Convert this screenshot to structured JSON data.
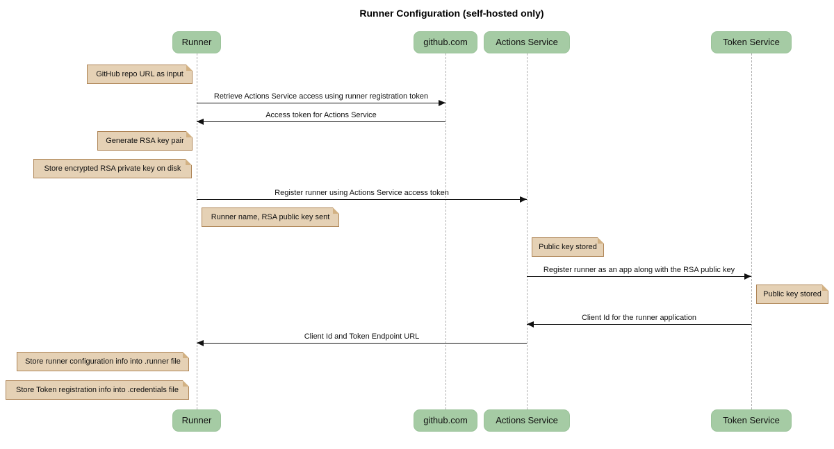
{
  "title": "Runner Configuration (self-hosted only)",
  "colors": {
    "participant_fill": "#A5CBA4",
    "note_fill": "#E5D1B5",
    "note_border": "#AE8455",
    "lifeline": "#AEAEAE",
    "message_line": "#111111"
  },
  "participants": [
    {
      "id": "runner",
      "label": "Runner"
    },
    {
      "id": "github",
      "label": "github.com"
    },
    {
      "id": "actions-service",
      "label": "Actions Service"
    },
    {
      "id": "token-service",
      "label": "Token Service"
    }
  ],
  "messages": [
    {
      "text": "Retrieve Actions Service access using runner registration token",
      "from": "Runner",
      "to": "github.com"
    },
    {
      "text": "Access token for Actions Service",
      "from": "github.com",
      "to": "Runner"
    },
    {
      "text": "Register runner using Actions Service access token",
      "from": "Runner",
      "to": "Actions Service"
    },
    {
      "text": "Register runner as an app along with the RSA public key",
      "from": "Actions Service",
      "to": "Token Service"
    },
    {
      "text": "Client Id for the runner application",
      "from": "Token Service",
      "to": "Actions Service"
    },
    {
      "text": "Client Id and Token Endpoint URL",
      "from": "Actions Service",
      "to": "Runner"
    }
  ],
  "notes": [
    {
      "text": "GitHub repo URL as input",
      "anchor": "left of Runner"
    },
    {
      "text": "Generate RSA key pair",
      "anchor": "left of Runner"
    },
    {
      "text": "Store encrypted RSA private key on disk",
      "anchor": "left of Runner"
    },
    {
      "text": "Runner name, RSA public key sent",
      "anchor": "right of Runner"
    },
    {
      "text": "Public key stored",
      "anchor": "right of Actions Service"
    },
    {
      "text": "Public key stored",
      "anchor": "right of Token Service"
    },
    {
      "text": "Store runner configuration info into .runner file",
      "anchor": "left of Runner"
    },
    {
      "text": "Store Token registration info into .credentials file",
      "anchor": "left of Runner"
    }
  ]
}
